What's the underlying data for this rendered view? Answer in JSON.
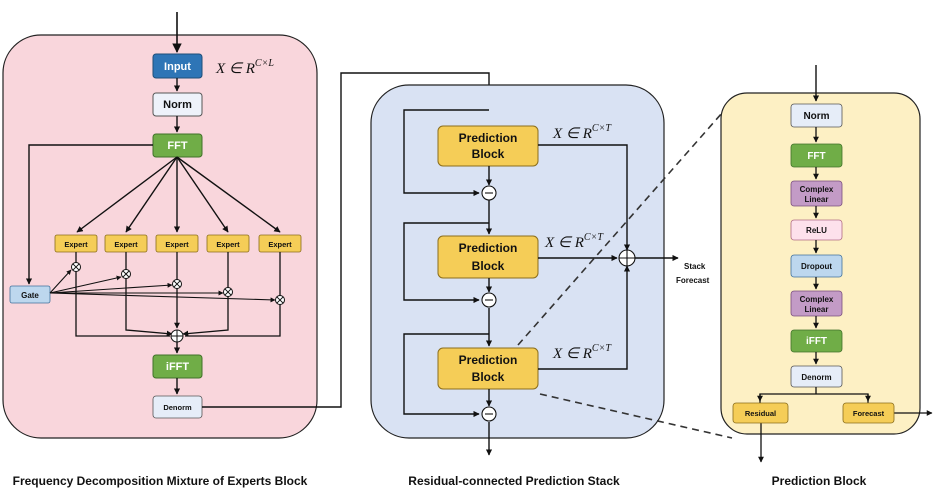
{
  "panels": {
    "left": {
      "caption": "Frequency Decomposition Mixture of Experts Block",
      "input": "Input",
      "input_dim": "X ∈ R",
      "input_sup": "C×L",
      "norm": "Norm",
      "fft": "FFT",
      "experts": [
        "Expert",
        "Expert",
        "Expert",
        "Expert",
        "Expert"
      ],
      "gate": "Gate",
      "ifft": "iFFT",
      "denorm": "Denorm"
    },
    "middle": {
      "caption": "Residual-connected  Prediction Stack",
      "blocks": [
        {
          "line1": "Prediction",
          "line2": "Block"
        },
        {
          "line1": "Prediction",
          "line2": "Block"
        },
        {
          "line1": "Prediction",
          "line2": "Block"
        }
      ],
      "dim": "X ∈ R",
      "dim_sup": "C×T",
      "minus": "−",
      "output_line1": "Stack",
      "output_line2": "Forecast"
    },
    "right": {
      "caption": "Prediction Block",
      "norm": "Norm",
      "fft": "FFT",
      "complex_linear_1a": "Complex",
      "complex_linear_1b": "Linear",
      "relu": "ReLU",
      "dropout": "Dropout",
      "complex_linear_2a": "Complex",
      "complex_linear_2b": "Linear",
      "ifft": "iFFT",
      "denorm": "Denorm",
      "residual": "Residual",
      "forecast": "Forecast"
    }
  },
  "colors": {
    "left_bg": "#f9d6dc",
    "middle_bg": "#d9e2f3",
    "right_bg": "#fdf0c4",
    "input_blue": "#2e75b6",
    "green": "#70ad47",
    "yellow": "#f5cd57",
    "purple": "#c39bc6",
    "pink_box": "#fde1ec",
    "light_blue": "#bdd7ee",
    "pale_blue": "#e6edf8"
  }
}
